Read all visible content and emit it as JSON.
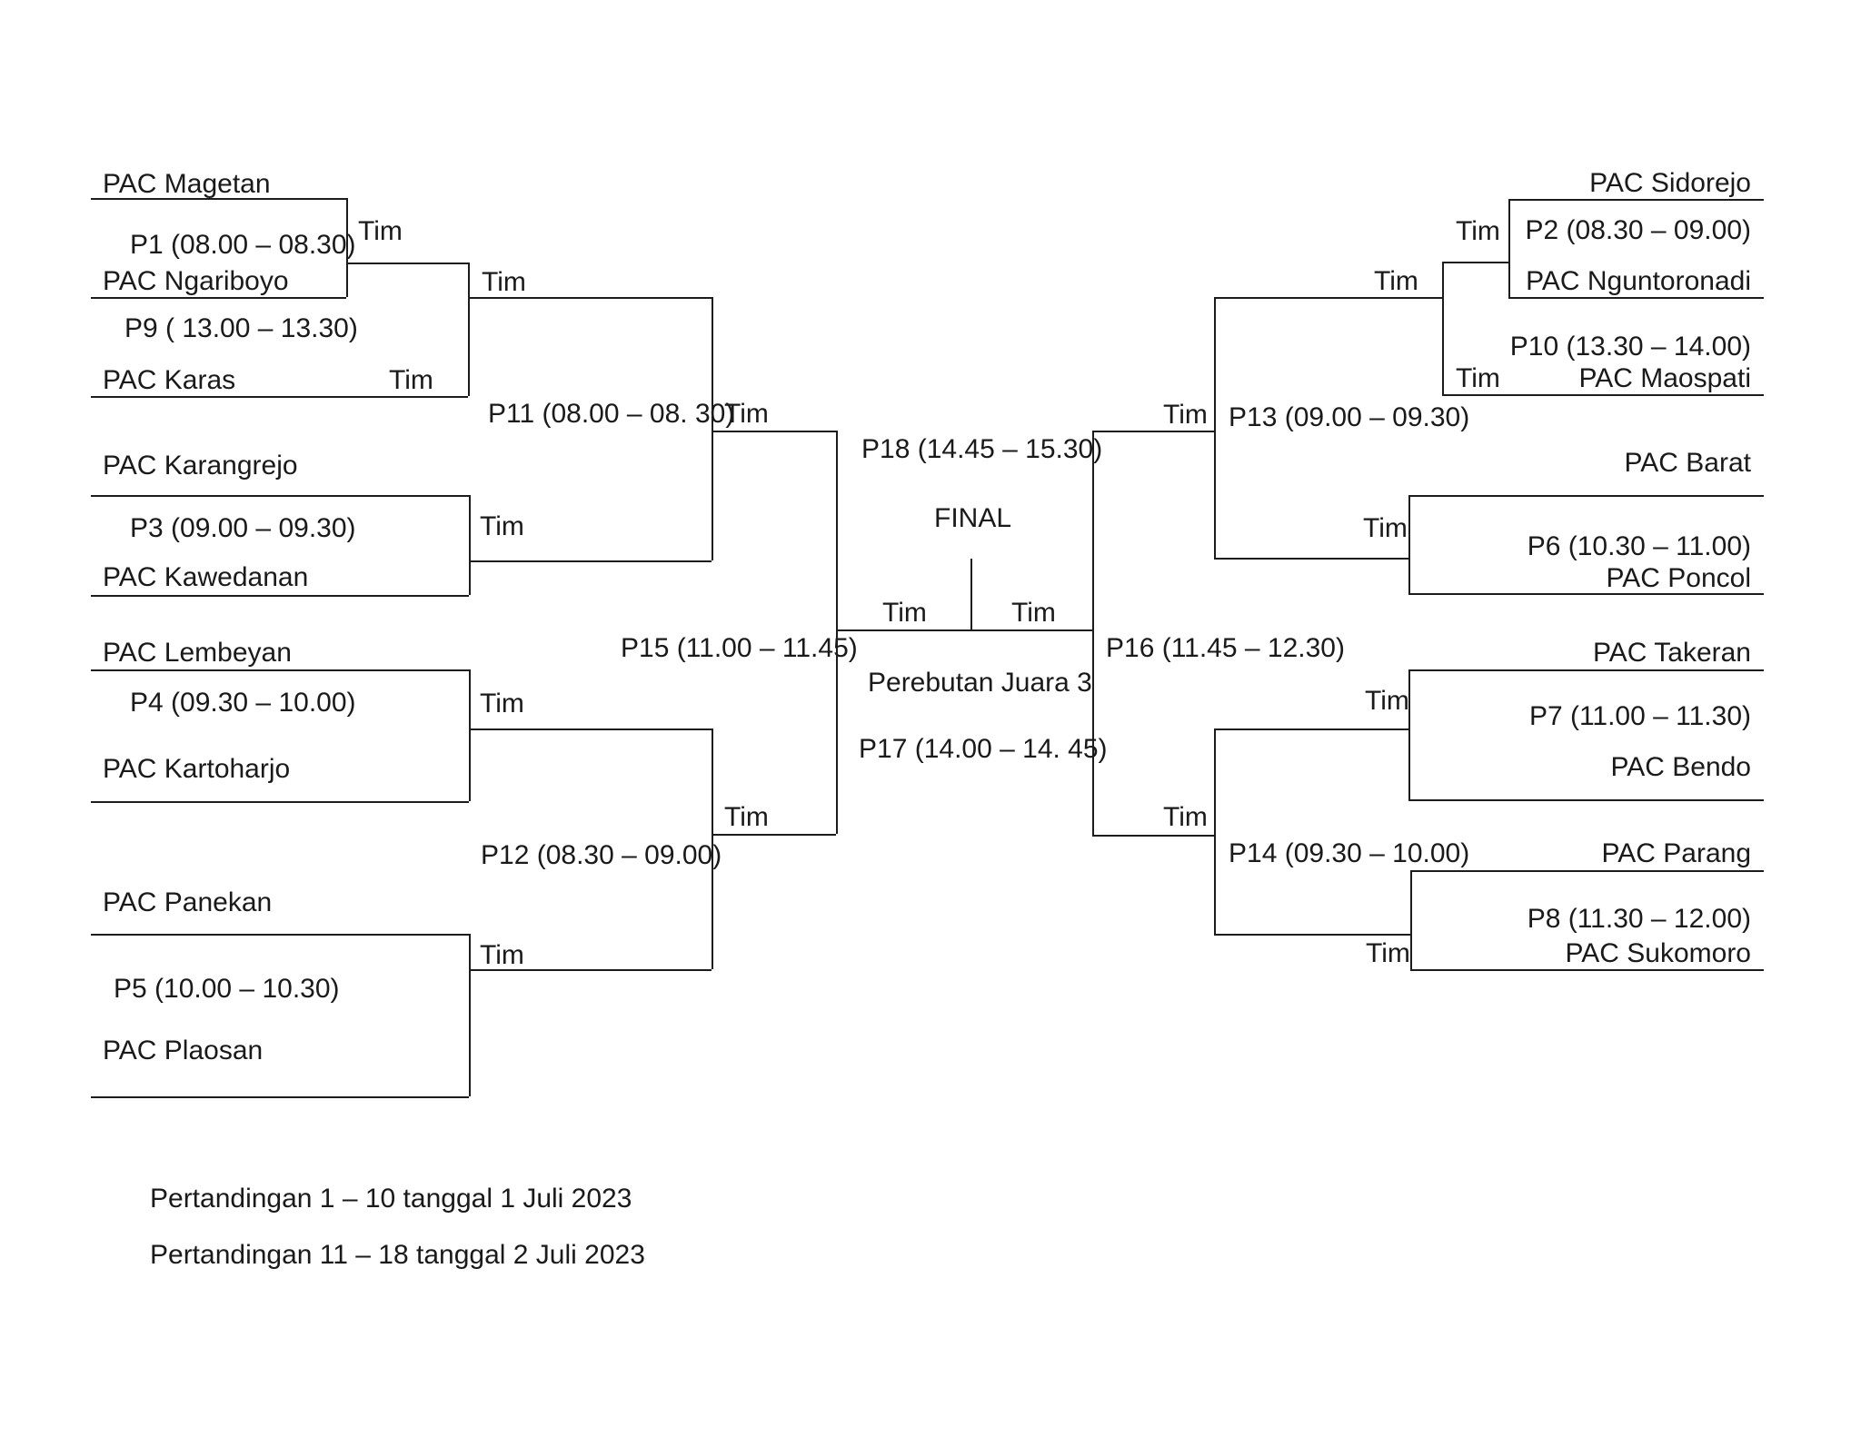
{
  "colors": {
    "background": "#ffffff",
    "line": "#1c1c1c",
    "text": "#1a1a1a"
  },
  "labels": {
    "tim": "Tim",
    "final": "FINAL",
    "third_place": "Perebutan Juara 3"
  },
  "teams": {
    "magetan": "PAC Magetan",
    "ngariboyo": "PAC Ngariboyo",
    "karas": "PAC Karas",
    "karangrejo": "PAC Karangrejo",
    "kawedanan": "PAC Kawedanan",
    "lembeyan": "PAC Lembeyan",
    "kartoharjo": "PAC Kartoharjo",
    "panekan": "PAC Panekan",
    "plaosan": "PAC Plaosan",
    "sidorejo": "PAC Sidorejo",
    "nguntoronadi": "PAC Nguntoronadi",
    "maospati": "PAC Maospati",
    "barat": "PAC Barat",
    "poncol": "PAC Poncol",
    "takeran": "PAC Takeran",
    "bendo": "PAC Bendo",
    "parang": "PAC Parang",
    "sukomoro": "PAC Sukomoro"
  },
  "matches": {
    "p1": "P1 (08.00 – 08.30)",
    "p2": "P2 (08.30 – 09.00)",
    "p3": "P3 (09.00 – 09.30)",
    "p4": "P4 (09.30 – 10.00)",
    "p5": "P5 (10.00 – 10.30)",
    "p6": "P6 (10.30 – 11.00)",
    "p7": "P7 (11.00 – 11.30)",
    "p8": "P8 (11.30 – 12.00)",
    "p9": "P9 ( 13.00 – 13.30)",
    "p10": "P10 (13.30 – 14.00)",
    "p11": "P11 (08.00 – 08. 30)",
    "p12": "P12 (08.30 – 09.00)",
    "p13": "P13 (09.00 – 09.30)",
    "p14": "P14 (09.30 – 10.00)",
    "p15": "P15 (11.00 – 11.45)",
    "p16": "P16 (11.45 – 12.30)",
    "p17": "P17 (14.00 – 14. 45)",
    "p18": "P18 (14.45 – 15.30)"
  },
  "notes": {
    "line1": "Pertandingan 1 – 10 tanggal 1 Juli 2023",
    "line2": "Pertandingan 11 – 18 tanggal 2 Juli 2023"
  }
}
